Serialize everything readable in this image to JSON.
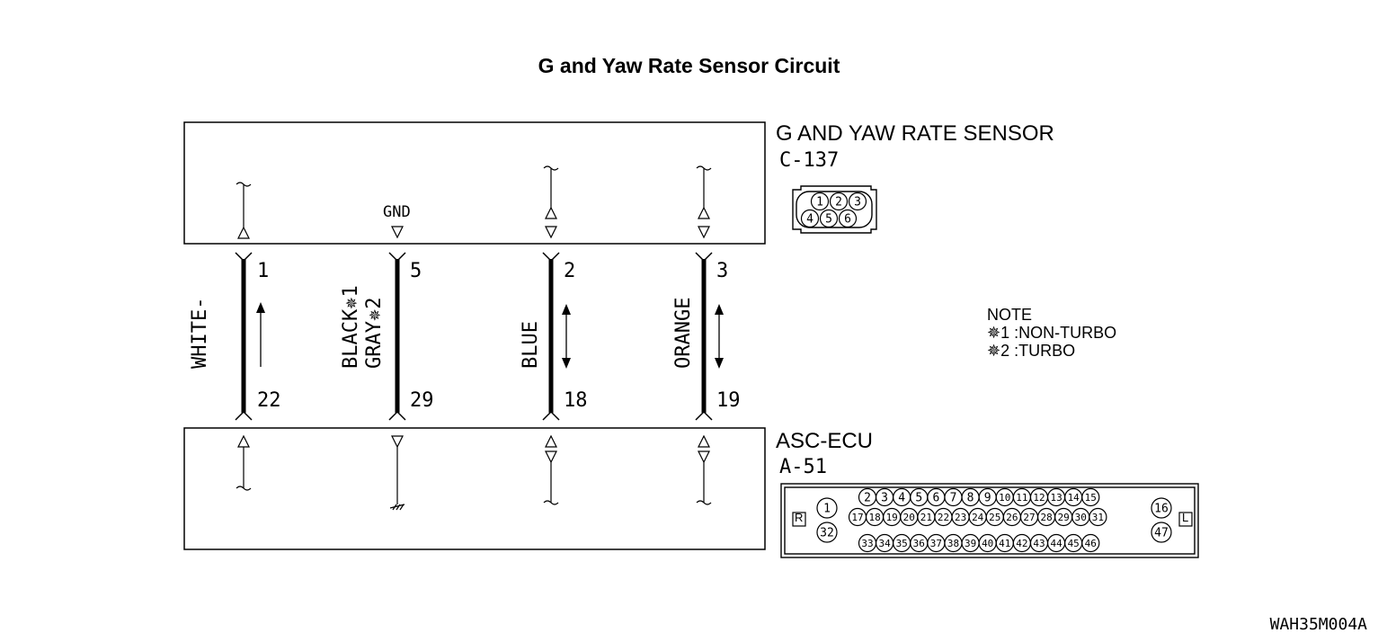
{
  "title": "G and Yaw Rate Sensor Circuit",
  "sensor": {
    "name": "G AND YAW RATE SENSOR",
    "connector": "C-137",
    "gnd_label": "GND",
    "pins": [
      "1",
      "2",
      "3",
      "4",
      "5",
      "6"
    ]
  },
  "ecu": {
    "name": "ASC-ECU",
    "connector": "A-51",
    "left_marker": "R",
    "right_marker": "L",
    "pins_left": [
      "1",
      "32"
    ],
    "pins_right": [
      "16",
      "47"
    ],
    "pins_row1": [
      "2",
      "3",
      "4",
      "5",
      "6",
      "7",
      "8",
      "9",
      "10",
      "11",
      "12",
      "13",
      "14",
      "15"
    ],
    "pins_row2": [
      "17",
      "18",
      "19",
      "20",
      "21",
      "22",
      "23",
      "24",
      "25",
      "26",
      "27",
      "28",
      "29",
      "30",
      "31"
    ],
    "pins_row3": [
      "33",
      "34",
      "35",
      "36",
      "37",
      "38",
      "39",
      "40",
      "41",
      "42",
      "43",
      "44",
      "45",
      "46"
    ]
  },
  "wires": [
    {
      "color": "WHITE-",
      "color2": "",
      "top_pin": "1",
      "bottom_pin": "22"
    },
    {
      "color": "BLACK✵1",
      "color2": "GRAY✵2",
      "top_pin": "5",
      "bottom_pin": "29"
    },
    {
      "color": "BLUE",
      "color2": "",
      "top_pin": "2",
      "bottom_pin": "18"
    },
    {
      "color": "ORANGE",
      "color2": "",
      "top_pin": "3",
      "bottom_pin": "19"
    }
  ],
  "note": {
    "heading": "NOTE",
    "line1": "✵1 :NON-TURBO",
    "line2": "✵2 :TURBO"
  },
  "figure_code": "WAH35M004A"
}
